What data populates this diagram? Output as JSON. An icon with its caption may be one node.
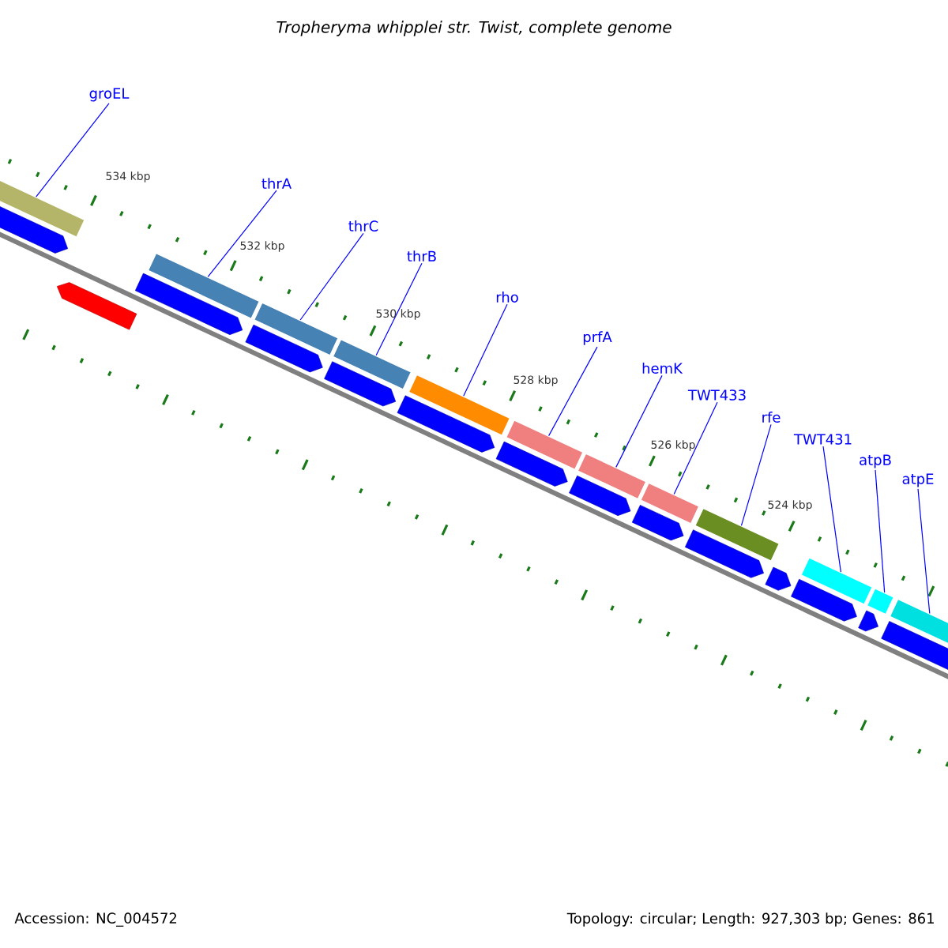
{
  "diagram": {
    "title": "Tropheryma whipplei str. Twist, complete genome",
    "nodes": [
      {
        "text": [
          "groEL"
        ]
      },
      {
        "text": [
          "thrA"
        ]
      },
      {
        "text": [
          "thrC"
        ]
      },
      {
        "text": [
          "thrB"
        ]
      },
      {
        "text": [
          "rho"
        ]
      },
      {
        "text": [
          "prfA"
        ]
      },
      {
        "text": [
          "hemK"
        ]
      },
      {
        "text": [
          "TWT433"
        ]
      },
      {
        "text": [
          "rfe"
        ]
      },
      {
        "text": [
          "TWT431"
        ]
      },
      {
        "text": [
          "atpB"
        ]
      },
      {
        "text": [
          "atpE"
        ]
      },
      {
        "text": [],
        "shape": "bar"
      },
      {
        "text": [],
        "shape": "bar"
      },
      {
        "text": [],
        "shape": "bar"
      },
      {
        "text": [],
        "shape": "bar"
      },
      {
        "text": [],
        "shape": "bar"
      },
      {
        "text": [],
        "shape": "bar"
      },
      {
        "text": [],
        "shape": "bar"
      },
      {
        "text": [],
        "shape": "bar"
      },
      {
        "text": [],
        "shape": "bar"
      },
      {
        "text": [],
        "shape": "bar"
      },
      {
        "text": [],
        "shape": "bar"
      },
      {
        "text": [],
        "shape": "bar"
      }
    ],
    "edges": [
      {
        "from": 0,
        "to": 12,
        "arrow": "none"
      },
      {
        "from": 1,
        "to": 13,
        "arrow": "none"
      },
      {
        "from": 2,
        "to": 14,
        "arrow": "none"
      },
      {
        "from": 3,
        "to": 15,
        "arrow": "none"
      },
      {
        "from": 4,
        "to": 16,
        "arrow": "none"
      },
      {
        "from": 5,
        "to": 17,
        "arrow": "none"
      },
      {
        "from": 6,
        "to": 18,
        "arrow": "none"
      },
      {
        "from": 7,
        "to": 19,
        "arrow": "none"
      },
      {
        "from": 8,
        "to": 20,
        "arrow": "none"
      },
      {
        "from": 9,
        "to": 21,
        "arrow": "none"
      },
      {
        "from": 10,
        "to": 22,
        "arrow": "none"
      },
      {
        "from": 11,
        "to": 23,
        "arrow": "none"
      }
    ],
    "labels": [
      "534 kbp",
      "532 kbp",
      "530 kbp",
      "528 kbp",
      "526 kbp",
      "524 kbp",
      "Accession: NC_004572",
      "Topology: circular; Length: 927,303 bp; Genes: 861"
    ]
  }
}
